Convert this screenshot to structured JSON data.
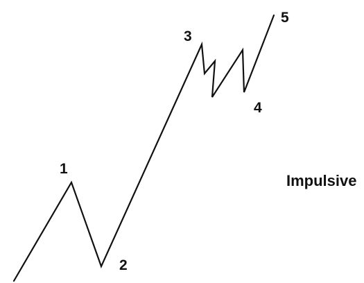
{
  "diagram": {
    "caption": "Impulsive",
    "line_color": "#111111",
    "labels": [
      "1",
      "2",
      "3",
      "4",
      "5"
    ]
  }
}
